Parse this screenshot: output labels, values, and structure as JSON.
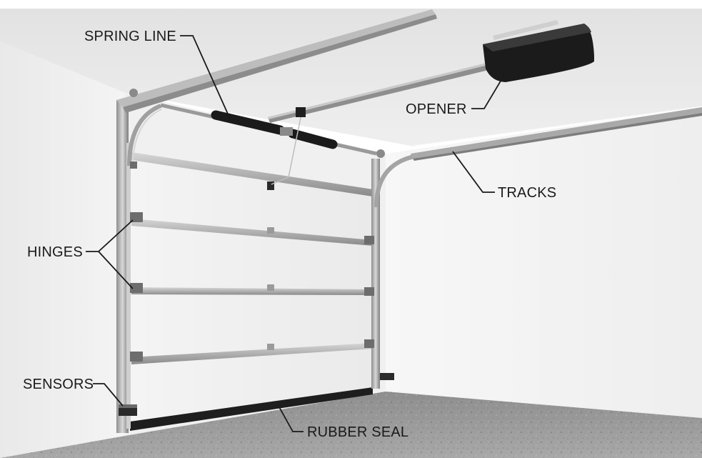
{
  "labels": {
    "spring_line": "SPRING LINE",
    "opener": "OPENER",
    "tracks": "TRACKS",
    "hinges": "HINGES",
    "sensors": "SENSORS",
    "rubber_seal": "RUBBER SEAL"
  },
  "colors": {
    "wall_left": "#eeeeee",
    "wall_right": "#f6f6f6",
    "ceiling": "#e6e6e6",
    "floor": "#9b9b9b",
    "door_panel": "#f2f2f2",
    "metal": "#b5b5b5",
    "dark": "#1e1e1e"
  }
}
